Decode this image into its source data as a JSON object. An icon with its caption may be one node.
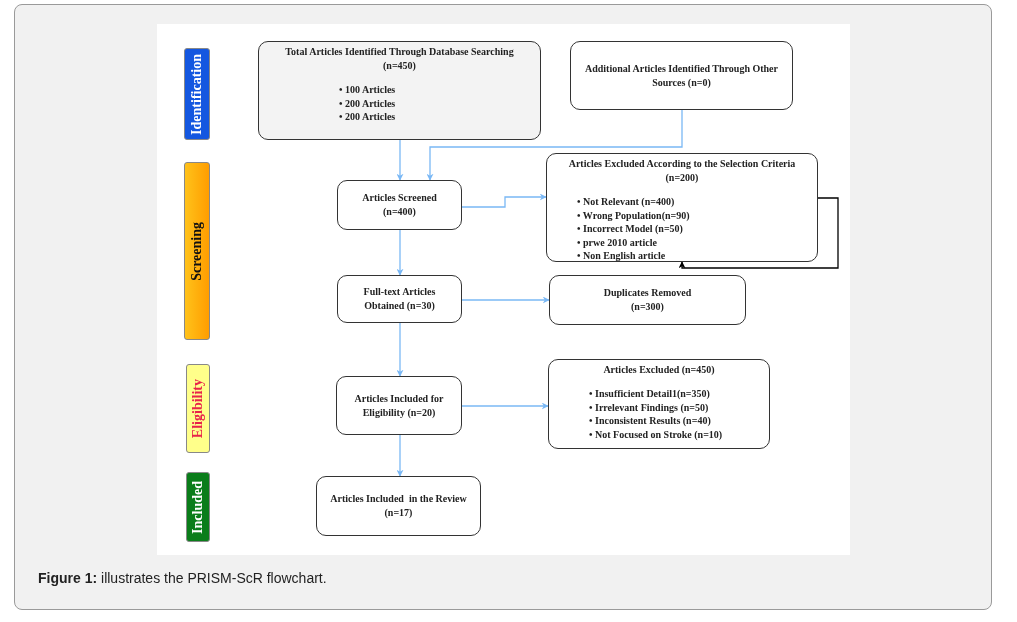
{
  "diagram": {
    "caption": "**Figure 1:** illustrates the PRISM-ScR flowchart.",
    "nodes": [
      {
        "text": [
          "Identification"
        ]
      },
      {
        "text": [
          "Total Articles Identified Through Database Searching (n=450)",
          "• 100 Articles",
          "• 200 Articles",
          "• 200 Articles"
        ]
      },
      {
        "text": [
          "Additional Articles Identified Through Other Sources (n=0)"
        ]
      },
      {
        "text": [
          "Screening"
        ]
      },
      {
        "text": [
          "Articles Screened (n=400)"
        ]
      },
      {
        "text": [
          "Articles Excluded According to the Selection Criteria (n=200)",
          "• Not Relevant (n=400)",
          "• Wrong Population(n=90)",
          "• Incorrect Model (n=50)",
          "• prwe 2010 article",
          "• Non English article"
        ]
      },
      {
        "text": [
          "Full-text Articles Obtained (n=30)"
        ]
      },
      {
        "text": [
          "Duplicates Removed (n=300)"
        ]
      },
      {
        "text": [
          "Eligibility"
        ]
      },
      {
        "text": [
          "Articles Included for Eligibility (n=20)"
        ]
      },
      {
        "text": [
          "Articles Excluded (n=450)",
          "• Insufficient Detail1(n=350)",
          "• Irrelevant Findings (n=50)",
          "• Inconsistent Results (n=40)",
          "• Not Focused on Stroke (n=10)"
        ]
      },
      {
        "text": [
          "Included"
        ]
      },
      {
        "text": [
          "Articles Included  in the Review (n=17)"
        ]
      }
    ],
    "edges": [
      {
        "from": 1,
        "to": 4,
        "arrow": "to"
      },
      {
        "from": 2,
        "to": 4,
        "arrow": "to"
      },
      {
        "from": 4,
        "to": 5,
        "arrow": "to"
      },
      {
        "from": 5,
        "to": 5,
        "arrow": "to",
        "color": "#000000"
      },
      {
        "from": 4,
        "to": 6,
        "arrow": "to"
      },
      {
        "from": 6,
        "to": 7,
        "arrow": "to"
      },
      {
        "from": 6,
        "to": 9,
        "arrow": "to"
      },
      {
        "from": 9,
        "to": 10,
        "arrow": "to"
      },
      {
        "from": 9,
        "to": 12,
        "arrow": "to"
      }
    ]
  }
}
